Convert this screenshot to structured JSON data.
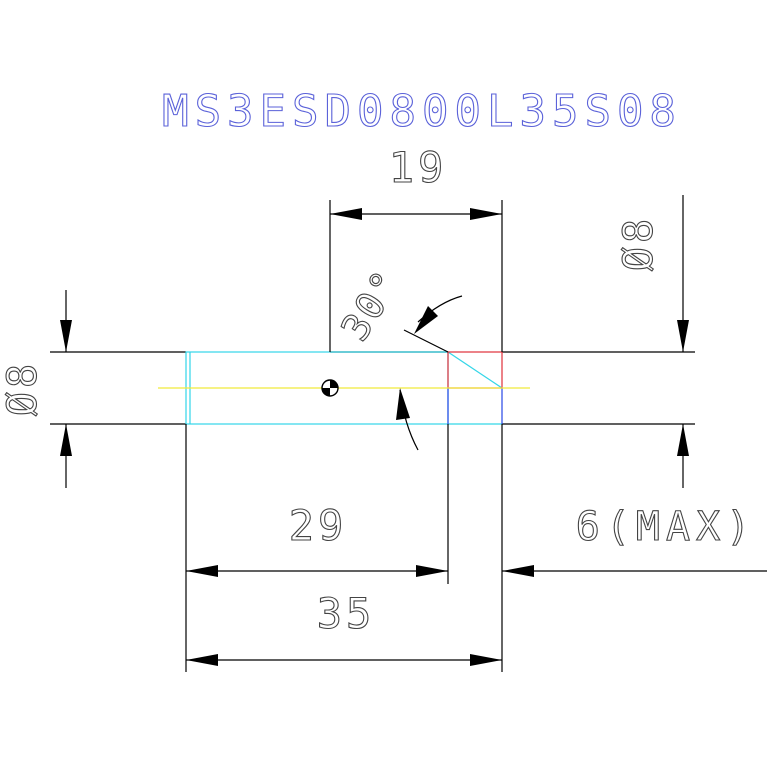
{
  "drawing": {
    "part_number": "MS3ESD0800L35S08",
    "dims": {
      "length_19": "19",
      "dia_right": "Ø8",
      "angle": "30°",
      "dia_left": "Ø8",
      "length_29": "29",
      "length_35": "35",
      "max_6": "6(MAX)"
    }
  },
  "colors": {
    "title_text": "#5b62d9",
    "dimension_lines": "#000000",
    "tool_outline": "#33d6e8",
    "center_line": "#f1ea3a",
    "tip_red": "#e0303a",
    "tip_blue": "#2746e6"
  }
}
